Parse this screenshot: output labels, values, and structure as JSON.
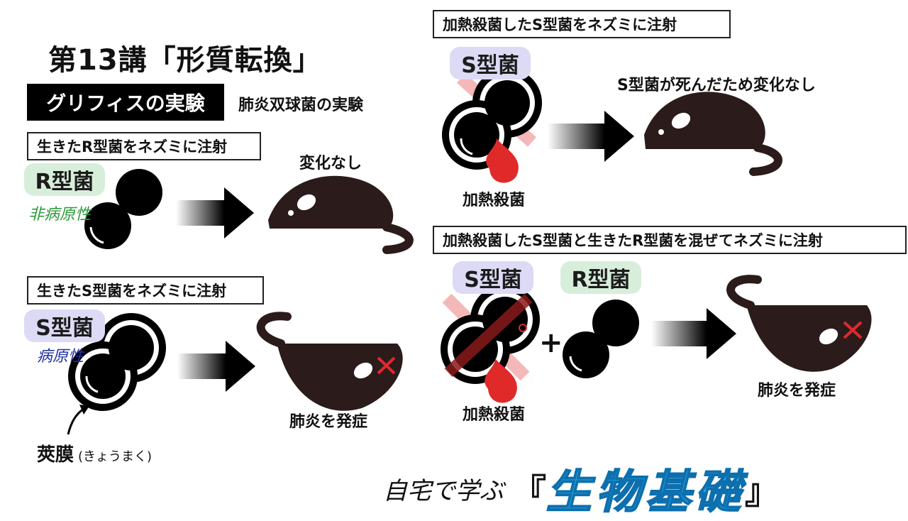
{
  "title": "第13講「形質転換」",
  "section_tag": "グリフィスの実験",
  "subtitle": "肺炎双球菌の実験",
  "panels": {
    "p1": {
      "caption": "生きたR型菌をネズミに注射",
      "bacteria": "R型菌",
      "note": "非病原性",
      "result": "変化なし"
    },
    "p2": {
      "caption": "生きたS型菌をネズミに注射",
      "bacteria": "S型菌",
      "note": "病原性",
      "result": "肺炎を発症"
    },
    "p3": {
      "caption": "加熱殺菌したS型菌をネズミに注射",
      "bacteria": "S型菌",
      "heat_label": "加熱殺菌",
      "result": "S型菌が死んだため変化なし"
    },
    "p4": {
      "caption": "加熱殺菌したS型菌と生きたR型菌を混ぜてネズミに注射",
      "bacteria_s": "S型菌",
      "bacteria_r": "R型菌",
      "heat_label": "加熱殺菌",
      "plus": "+",
      "result": "肺炎を発症"
    }
  },
  "capsule": {
    "label": "莢膜",
    "reading": "(きょうまく)"
  },
  "footer": {
    "prefix": "自宅で学ぶ",
    "open": "『",
    "logo": "生物基礎",
    "close": "』"
  },
  "colors": {
    "mouse": "#2b1b1b",
    "cross": "#e0282e",
    "flame": "#e02a2a",
    "s_pill": "#dcdaf5",
    "r_pill": "#d7eedb",
    "logo": "#2aaee8"
  }
}
